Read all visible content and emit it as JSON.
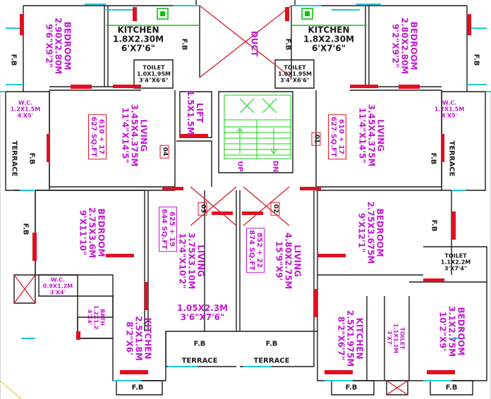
{
  "plan": {
    "bedroom_tl": {
      "name": "BEDROOM",
      "metric": "2.90X2.80M",
      "imperial": "9'6\"X9'2\""
    },
    "kitchen_tl": {
      "name": "KITCHEN",
      "metric": "1.8X2.30M",
      "imperial": "6'X7'6\""
    },
    "fb_tl_kitchen": "F.B",
    "duct": "DUCT",
    "kitchen_tr": {
      "name": "KITCHEN",
      "metric": "1.8X2.30M",
      "imperial": "6'X7'6\""
    },
    "fb_tr_kitchen": "F.B",
    "bedroom_tr": {
      "name": "BEDROOM",
      "metric": "2.80X2.80M",
      "imperial": "9'2\"X9'2\""
    },
    "fb_left_top": "F.B",
    "fb_right_top": "F.B",
    "toilet_tl": {
      "name": "TOILET",
      "metric": "1.0X1.95M",
      "imperial": "3'4\"X6'6\""
    },
    "toilet_tr": {
      "name": "TOILET",
      "metric": "1.0X1.95M",
      "imperial": "3'4\"X6'6\""
    },
    "wc_tl": {
      "name": "W.C.",
      "metric": "1.2X1.5M",
      "imperial": "4'X5'"
    },
    "wc_tr": {
      "name": "W.C.",
      "metric": "1.2X1.5M",
      "imperial": "4'X5'"
    },
    "lift": {
      "name": "LIFT",
      "metric": "1.5X1.5M"
    },
    "living_tl": {
      "name": "LIVING",
      "metric": "3.45X4.375M",
      "imperial": "11'4\"X14'5\""
    },
    "living_tr": {
      "name": "LIVING",
      "metric": "3.45X4.375M",
      "imperial": "11'4\"X14'5\""
    },
    "area_tl": {
      "sum": "610 + 17",
      "sqft": "627 SQ.FT"
    },
    "area_tr": {
      "sum": "610 + 17",
      "sqft": "627 SQ.FT"
    },
    "flat_04": "04",
    "flat_01": "01",
    "flat_03": "03",
    "flat_02": "02",
    "stair_up": "UP",
    "stair_dn": "DN",
    "terrace_left": "TERRACE",
    "terrace_right": "TERRACE",
    "fb_terrace_left": "F.B",
    "fb_terrace_right": "F.B",
    "fb_left_mid": "F.B",
    "fb_right_mid": "F.B",
    "bedroom_bl": {
      "name": "BEDROOM",
      "metric": "2.75X3.6M",
      "imperial": "9'X11'10\""
    },
    "bedroom_br": {
      "name": "BEDROOM",
      "metric": "2.75X3.675M",
      "imperial": "9'X12'1\""
    },
    "living_bl": {
      "name": "LIVING",
      "metric": "3.75X3.10M",
      "imperial": "12'4\"X10'2\""
    },
    "living_br": {
      "name": "LIVING",
      "metric": "4.80X2.75M",
      "imperial": "15'9\"X9'"
    },
    "area_bl": {
      "sum": "625 + 19",
      "sqft": "644 SQ.FT"
    },
    "area_br": {
      "sum": "852 + 22",
      "sqft": "874 SQ.FT"
    },
    "wc_bl": {
      "name": "W.C.",
      "metric": "0.9X1.2M",
      "imperial": "3'X4'"
    },
    "bath_bl": {
      "name": "BATH",
      "metric": "1.2X1.2",
      "imperial": "4'X4'"
    },
    "kitchen_bl": {
      "name": "KITCHEN",
      "metric": "2.5X1.8M",
      "imperial": "8'2\"X6'"
    },
    "passage": {
      "metric": "1.05X2.3M",
      "imperial": "3'6\"X7'6\""
    },
    "fb_bottom_1": "F.B",
    "fb_bottom_2": "F.B",
    "terrace_bottom_1": "TERRACE",
    "terrace_bottom_2": "TERRACE",
    "kitchen_br": {
      "name": "KITCHEN",
      "metric": "2.5X1.975M",
      "imperial": "8'2\"X6'7\""
    },
    "toilet_br_small": {
      "name": "TOILET",
      "metric": "1.1X1.1M",
      "imperial": "3'X7'"
    },
    "toilet_br": {
      "name": "TOILET",
      "metric": "1.1X2.2M",
      "imperial": "3'X7'4\""
    },
    "bedroom_br2": {
      "name": "BEDROOM",
      "metric": "3.1X2.75M",
      "imperial": "10'2\"X9'"
    },
    "fb_bottom_left": "F.B",
    "fb_bottom_mid_right": "F.B",
    "fb_bottom_right": "F.B",
    "colors": {
      "wall": "#1a1a1a",
      "window": "#20c8d8",
      "red": "#e01020",
      "label": "#c01ad0",
      "stair": "#10d010",
      "kitchen_counter": "#10c010"
    }
  }
}
